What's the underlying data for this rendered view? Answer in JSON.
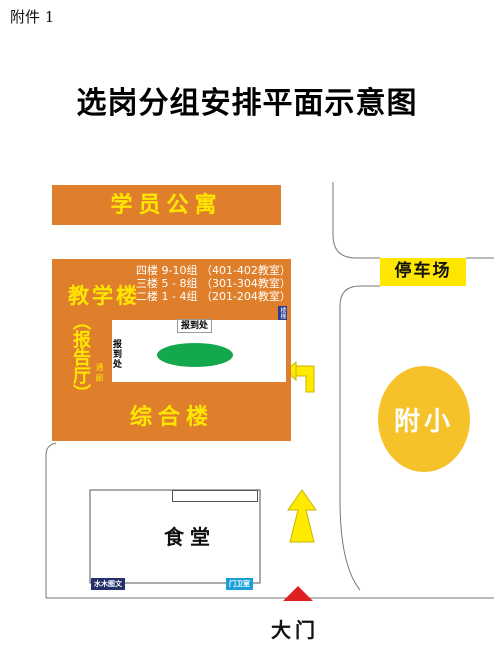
{
  "header": {
    "attachment": "附件 1",
    "title": "选岗分组安排平面示意图"
  },
  "buildings": {
    "dormitory": "学员公寓",
    "teaching": "教学楼",
    "floors": [
      "四楼 9-10组 （401-402教室）",
      "三楼 5 - 8组 （301-304教室）",
      "二楼 1 - 4组 （201-204教室）"
    ],
    "general": "综合楼",
    "waiting_hall": "（报告厅）",
    "side_mark": "通 廊",
    "stair_mark": "楼梯",
    "canteen": "食堂",
    "affiliated_school": "附小",
    "parking": "停车场"
  },
  "points": {
    "report_top": "报到处",
    "report_left": "报到处"
  },
  "tags": {
    "guard_room": "门卫室",
    "shop": "水木图文"
  },
  "gate": "大门",
  "colors": {
    "building": "#e07f2b",
    "label": "#ffe600",
    "arrow": "#ffea00",
    "marker": "#e02020",
    "lawn": "#13a84b",
    "school": "#f6c22a"
  }
}
